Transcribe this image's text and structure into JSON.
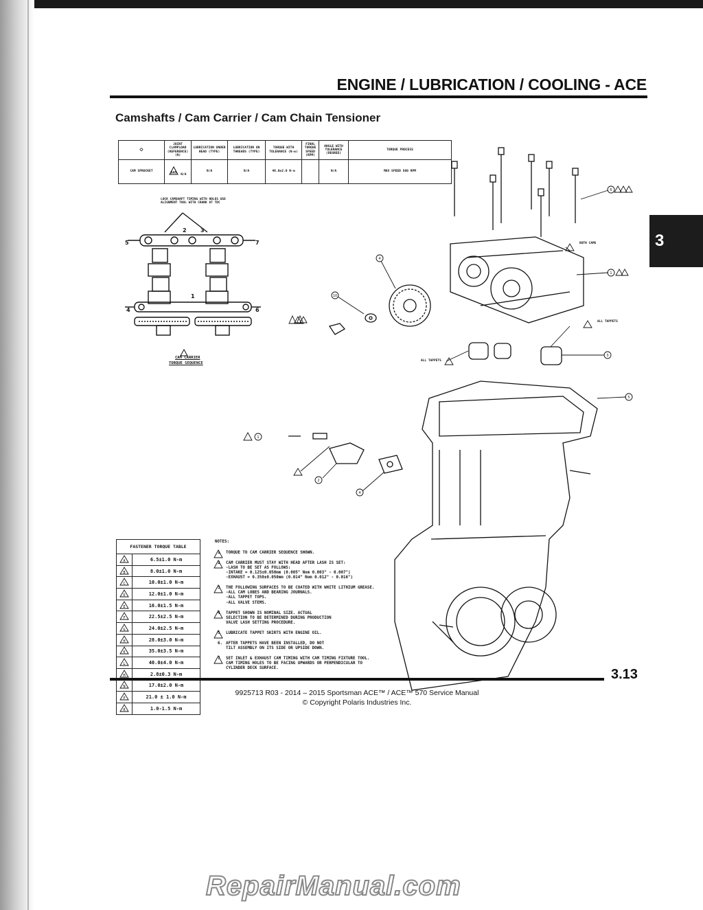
{
  "header": {
    "title": "ENGINE / LUBRICATION / COOLING - ACE"
  },
  "section": {
    "title": "Camshafts / Cam Carrier / Cam Chain Tensioner"
  },
  "side_tab": {
    "chapter": "3"
  },
  "spec_table": {
    "headers": [
      "◇",
      "JOINT CLAMPLOAD (REFERENCE) (N)",
      "LUBRICATION UNDER HEAD (TYPE)",
      "LUBRICATION ON THREADS (TYPE)",
      "TORQUE WITH TOLERANCE (N-m)",
      "FINAL TORQUE SPEED (RPM)",
      "ANGLE WITH TOLERANCE (DEGREE)",
      "TORQUE PROCESS"
    ],
    "row": [
      "CAM SPROCKET",
      "N/A",
      "N/A",
      "N/A",
      "46.0±2.0 N-m",
      "",
      "N/A",
      "MAX SPEED 500 RPM"
    ]
  },
  "cam_carrier_figure": {
    "top_note": "LOCK CAMSHAFT TIMING WITH HOLES USE ALIGNMENT TOOL WITH CRANK AT TDC",
    "labels": [
      "1",
      "2",
      "3",
      "4",
      "5",
      "6",
      "7"
    ],
    "caption_line1": "CAM CARRIER",
    "caption_line2": "TORQUE SEQUENCE"
  },
  "callouts": {
    "both_cams": "BOTH CAMS",
    "all_tappets_right": "ALL TAPPETS",
    "all_tappets_left": "ALL TAPPETS"
  },
  "fastener_table": {
    "title": "FASTENER TORQUE TABLE",
    "rows": [
      {
        "sym": "A",
        "val": "6.5±1.0 N-m"
      },
      {
        "sym": "B",
        "val": "8.0±1.0 N-m"
      },
      {
        "sym": "C",
        "val": "10.0±1.0 N-m"
      },
      {
        "sym": "D",
        "val": "12.0±1.0 N-m"
      },
      {
        "sym": "E",
        "val": "16.0±1.5 N-m"
      },
      {
        "sym": "F",
        "val": "22.5±2.5 N-m"
      },
      {
        "sym": "G",
        "val": "24.0±2.5 N-m"
      },
      {
        "sym": "H",
        "val": "28.0±3.0 N-m"
      },
      {
        "sym": "K",
        "val": "35.0±3.5 N-m"
      },
      {
        "sym": "L",
        "val": "40.0±4.0 N-m"
      },
      {
        "sym": "M",
        "val": "2.8±0.3 N-m"
      },
      {
        "sym": "N",
        "val": "17.0±2.0 N-m"
      },
      {
        "sym": "P",
        "val": "21.0 ± 1.0 N-m"
      },
      {
        "sym": "R",
        "val": "1.0-1.5 N-m"
      }
    ]
  },
  "notes": {
    "title": "NOTES:",
    "items": [
      {
        "n": "1",
        "text": "TORQUE TO CAM CARRIER SEQUENCE SHOWN."
      },
      {
        "n": "2",
        "text": "CAM CARRIER MUST STAY WITH HEAD AFTER LASH IS SET:\n-LASH TO BE SET AS FOLLOWS:\n-INTAKE  = 0.125±0.050mm (0.005\" Nom 0.003\" - 0.007\")\n-EXHAUST = 0.350±0.050mm (0.014\" Nom 0.012\" - 0.016\")"
      },
      {
        "n": "3",
        "text": "THE FOLLOWING SURFACES TO BE COATED WITH WHITE LITHIUM GREASE.\n-ALL CAM LOBES AND BEARING JOURNALS.\n-ALL TAPPET TOPS.\n-ALL VALVE STEMS."
      },
      {
        "n": "4",
        "text": "TAPPET SHOWN IS NOMINAL SIZE. ACTUAL\nSELECTION TO BE DETERMINED DURING PRODUCTION\nVALVE LASH SETTING PROCEDURE."
      },
      {
        "n": "5",
        "text": "LUBRICATE TAPPET SKIRTS WITH ENGINE OIL."
      },
      {
        "n": "6.",
        "text": "AFTER TAPPETS HAVE BEEN INSTALLED, DO NOT\nTILT ASSEMBLY ON ITS SIDE OR UPSIDE DOWN."
      },
      {
        "n": "7",
        "text": "SET INLET & EXHAUST CAM TIMING WITH CAM TIMING FIXTURE TOOL.\nCAM TIMING HOLES TO BE FACING UPWARDS OR PERPENDICULAR TO\nCYLINDER DECK SURFACE."
      }
    ]
  },
  "footer": {
    "page_number": "3.13",
    "line1": "9925713 R03 - 2014 – 2015 Sportsman ACE™ / ACE™ 570 Service Manual",
    "line2": "© Copyright  Polaris Industries Inc."
  },
  "watermark": {
    "text": "RepairManual.com"
  },
  "colors": {
    "ink": "#111111",
    "tab": "#1c1c1c",
    "page": "#ffffff"
  }
}
